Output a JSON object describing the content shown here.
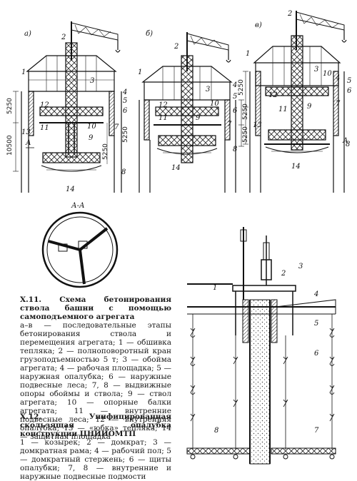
{
  "fig11": {
    "panels": [
      "а)",
      "б)",
      "в)"
    ],
    "section": "А-А",
    "section_mark": "А",
    "dims": {
      "d5250": "5250",
      "d10500": "10500"
    },
    "nums": [
      "1",
      "2",
      "3",
      "4",
      "5",
      "6",
      "7",
      "8",
      "9",
      "10",
      "11",
      "12",
      "13",
      "14"
    ],
    "title_num": "Х.11.",
    "title": "Схема бетонирования ствола башни с помощью самоподъемного агрегата",
    "caption": "а–в — последовательные этапы бетонирования ствола и перемещения агрегата; 1 — обшивка тепляка; 2 — полноповоротный кран грузоподъемностью 5 т; 3 — обойма агрегата; 4 — рабочая площадка; 5 — наружная опалубка; 6 — наружные подвесные леса; 7, 8 — выдвижные опоры обоймы и ствола; 9 — ствол агрегата; 10 — опорные балки агрегата; 11 — внутренние подвесные леса; 12 — внутренняя опалубка; 13 — «юбка» тепляка; 14 — защитная площадка"
  },
  "fig12": {
    "nums": [
      "1",
      "2",
      "3",
      "4",
      "5",
      "6",
      "7",
      "8"
    ],
    "title_num": "Х.12.",
    "title": "Унифицированная скользящая опалубка конструкции ЦНИИОМТП",
    "caption": "1 — козырек; 2 — домкрат; 3 — домкратная рама; 4 — рабочий пол; 5 — домкратный стержень; 6 — щиты опалубки; 7, 8 — внутренние и наружные подвесные подмости"
  }
}
